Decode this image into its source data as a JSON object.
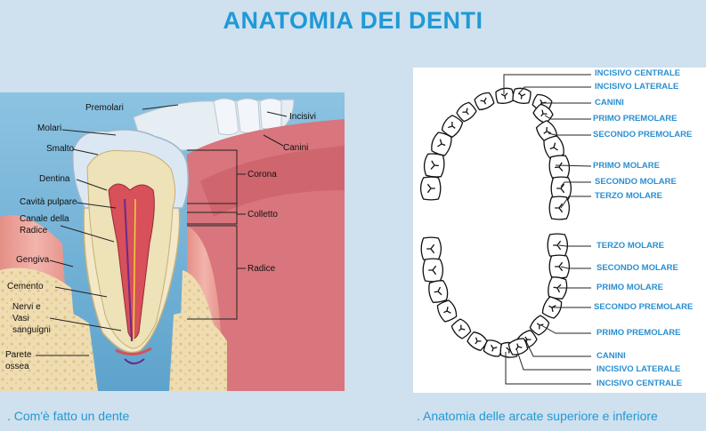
{
  "title": "ANATOMIA DEI DENTI",
  "tooth": {
    "premolari": "Premolari",
    "incisivi": "Incisivi",
    "molari": "Molari",
    "canini": "Canini",
    "smalto": "Smalto",
    "dentina": "Dentina",
    "corona": "Corona",
    "cavita": "Cavità pulpare",
    "canale_1": "Canale della",
    "canale_2": "Radice",
    "colletto": "Colletto",
    "gengiva": "Gengiva",
    "radice": "Radice",
    "cemento": "Cemento",
    "nervi_1": "Nervi e",
    "nervi_2": "Vasi",
    "nervi_3": "sanguigni",
    "parete_1": "Parete",
    "parete_2": "ossea"
  },
  "arches": {
    "upper": [
      "INCISIVO CENTRALE",
      "INCISIVO LATERALE",
      "CANINI",
      "PRIMO PREMOLARE",
      "SECONDO PREMOLARE",
      "PRIMO MOLARE",
      "SECONDO MOLARE",
      "TERZO MOLARE"
    ],
    "lower": [
      "TERZO MOLARE",
      "SECONDO MOLARE",
      "PRIMO MOLARE",
      "SECONDO PREMOLARE",
      "PRIMO PREMOLARE",
      "CANINI",
      "INCISIVO LATERALE",
      "INCISIVO CENTRALE"
    ]
  },
  "captions": {
    "left": ". Com'è fatto un dente",
    "right": ". Anatomia delle arcate superiore e inferiore"
  }
}
